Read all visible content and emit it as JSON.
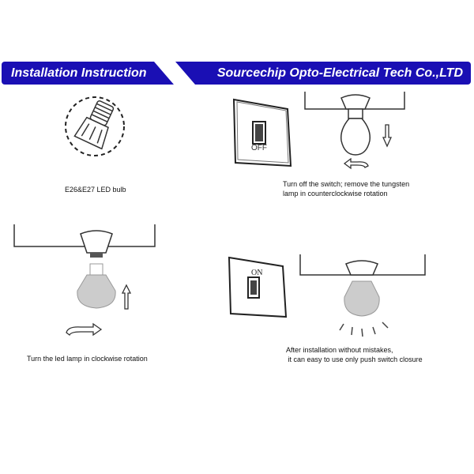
{
  "banner": {
    "left_title": "Installation Instruction",
    "right_title": "Sourcechip Opto-Electrical Tech Co.,LTD",
    "color": "#1a0fb4"
  },
  "steps": [
    {
      "id": "bulb-type",
      "caption_lines": [
        "E26&E27 LED bulb"
      ]
    },
    {
      "id": "remove-old",
      "switch_label": "OFF",
      "caption_lines": [
        "Turn off the switch; remove the tungsten",
        "lamp in counterclockwise rotation"
      ]
    },
    {
      "id": "install-led",
      "caption_lines": [
        "Turn the led lamp in clockwise rotation"
      ]
    },
    {
      "id": "switch-on",
      "switch_label": "ON",
      "caption_lines": [
        "After installation without mistakes,",
        " it can easy to use only push switch closure"
      ]
    }
  ]
}
